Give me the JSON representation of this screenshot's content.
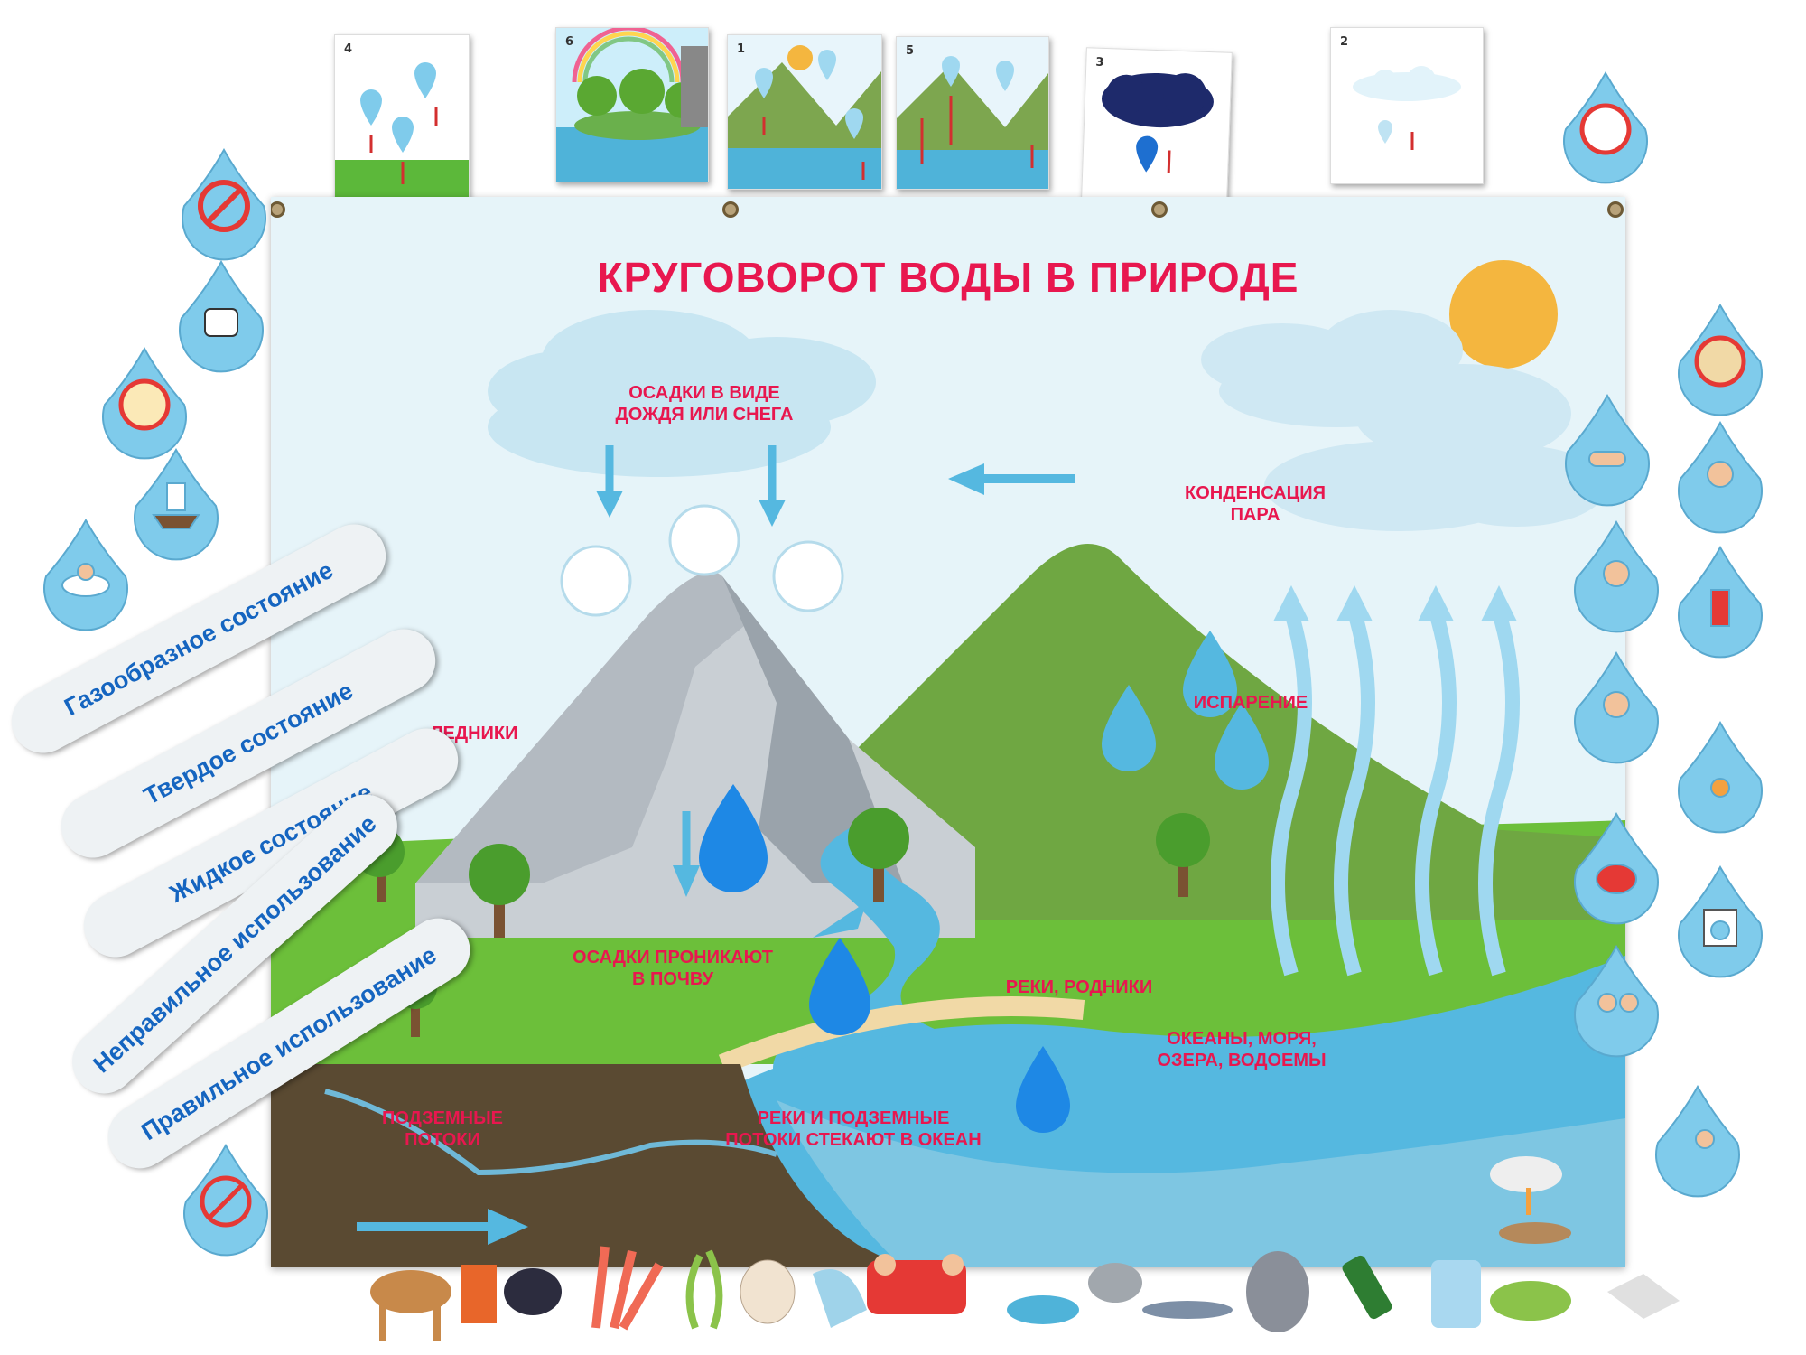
{
  "poster": {
    "title": "КРУГОВОРОТ ВОДЫ В ПРИРОДЕ",
    "labels": {
      "precipitation": "ОСАДКИ В ВИДЕ\nДОЖДЯ ИЛИ СНЕГА",
      "condensation": "КОНДЕНСАЦИЯ\nПАРА",
      "glaciers": "ЛЕДНИКИ",
      "evaporation": "ИСПАРЕНИЕ",
      "soil": "ОСАДКИ ПРОНИКАЮТ\nВ ПОЧВУ",
      "rivers": "РЕКИ, РОДНИКИ",
      "oceans": "ОКЕАНЫ, МОРЯ,\nОЗЕРА, ВОДОЕМЫ",
      "underground": "ПОДЗЕМНЫЕ\nПОТОКИ",
      "flow_to_ocean": "РЕКИ И ПОДЗЕМНЫЕ\nПОТОКИ СТЕКАЮТ В ОКЕАН"
    }
  },
  "cards": [
    {
      "number": "4"
    },
    {
      "number": "6"
    },
    {
      "number": "1"
    },
    {
      "number": "5"
    },
    {
      "number": "3"
    },
    {
      "number": "2"
    }
  ],
  "strips": [
    "Газообразное состояние",
    "Твердое состояние",
    "Жидкое состояние",
    "Неправильное использование",
    "Правильное использование"
  ],
  "colors": {
    "title_red": "#e8174f",
    "strip_text": "#1565c0",
    "sky": "#e6f4f9",
    "drop_felt": "#7fcbeb",
    "water": "#55b8e0",
    "grass": "#6cbf3a",
    "soil": "#5a4a32"
  },
  "drop_icons": [
    "prohibited-icon",
    "thumbs-up-icon",
    "no-litter-icon",
    "ship-icon",
    "bath-icon",
    "no-pollution-icon",
    "polluted-beach-icon",
    "hand-wash-icon",
    "child-drinking-icon",
    "girl-washing-dishes-icon",
    "firefighter-icon",
    "child-shower-icon",
    "fishing-icon",
    "teapot-icon",
    "washing-machine-icon",
    "kids-cooking-icon",
    "kids-cleanup-icon",
    "no-dripping-tap-icon"
  ],
  "bottom_figures": [
    "deer-icon",
    "tin-can-icon",
    "oil-slick-icon",
    "coral-icon",
    "seaweed-icon",
    "shell-icon",
    "spilled-bottle-icon",
    "kids-car-icon",
    "fish-icon",
    "seashell-icon",
    "herring-icon",
    "rabbit-icon",
    "bottle-icon",
    "plastic-bag-icon",
    "perch-icon",
    "seagull-icon",
    "seagull-standing-icon",
    "dried-fish-icon"
  ]
}
